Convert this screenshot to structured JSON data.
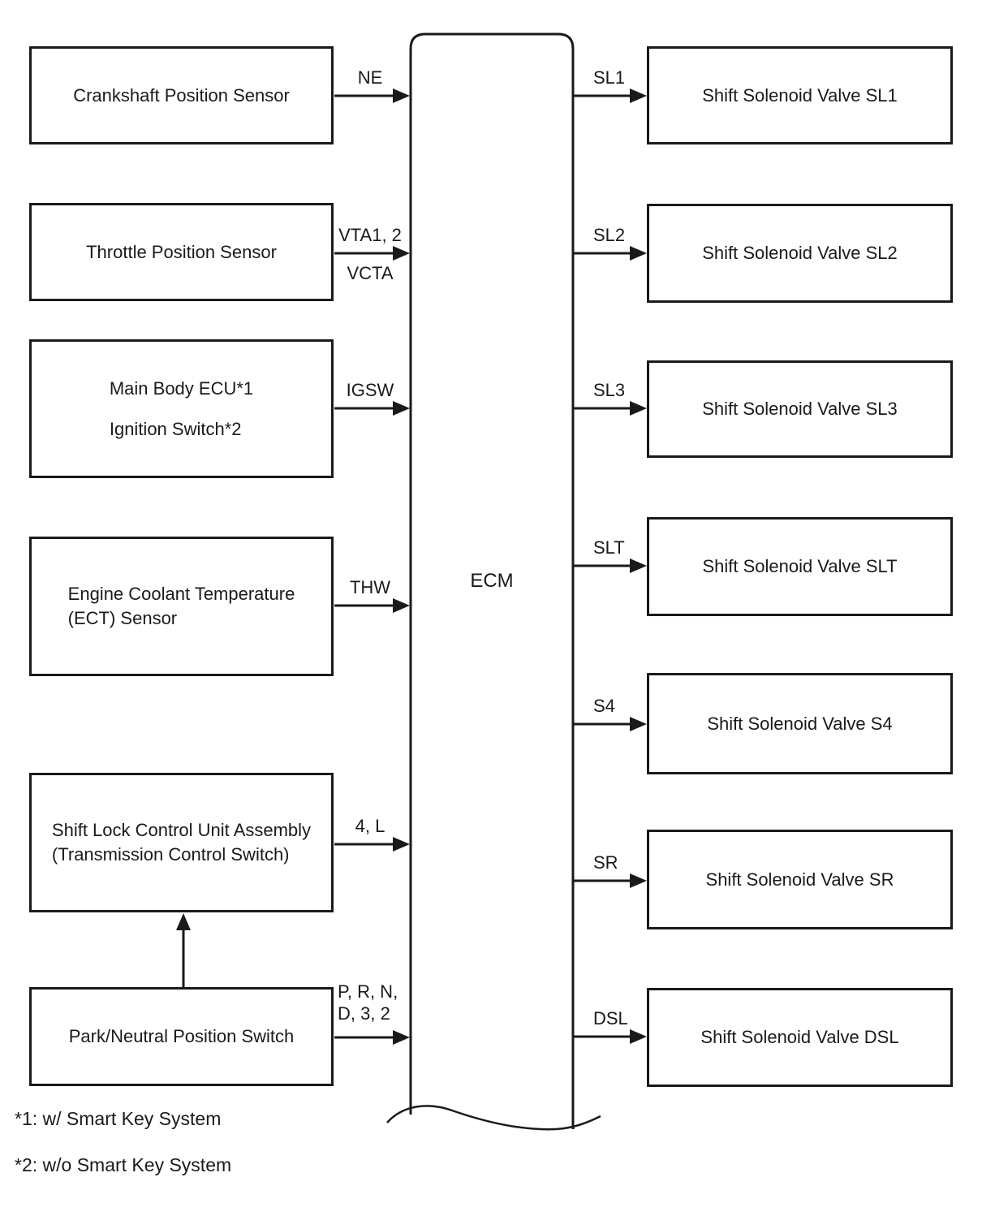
{
  "colors": {
    "ink": "#1a1a1a",
    "background": "#ffffff"
  },
  "ecm": {
    "label": "ECM"
  },
  "left_boxes": [
    {
      "lines": [
        "Crankshaft Position Sensor"
      ],
      "signal": "NE"
    },
    {
      "lines": [
        "Throttle Position Sensor"
      ],
      "signal": "VTA1, 2",
      "signal2": "VCTA"
    },
    {
      "lines": [
        "Main Body ECU*1",
        "Ignition Switch*2"
      ],
      "signal": "IGSW"
    },
    {
      "lines": [
        "Engine Coolant Temperature",
        "(ECT) Sensor"
      ],
      "signal": "THW"
    },
    {
      "lines": [
        "Shift Lock Control Unit Assembly",
        "(Transmission Control Switch)"
      ],
      "signal": "4, L"
    },
    {
      "lines": [
        "Park/Neutral Position Switch"
      ],
      "signal": "P, R, N,\nD, 3, 2"
    }
  ],
  "right_boxes": [
    {
      "label": "Shift Solenoid Valve SL1",
      "signal": "SL1"
    },
    {
      "label": "Shift Solenoid Valve SL2",
      "signal": "SL2"
    },
    {
      "label": "Shift Solenoid Valve SL3",
      "signal": "SL3"
    },
    {
      "label": "Shift Solenoid Valve SLT",
      "signal": "SLT"
    },
    {
      "label": "Shift Solenoid Valve S4",
      "signal": "S4"
    },
    {
      "label": "Shift Solenoid Valve SR",
      "signal": "SR"
    },
    {
      "label": "Shift Solenoid Valve DSL",
      "signal": "DSL"
    }
  ],
  "footnotes": [
    "*1: w/ Smart Key System",
    "*2: w/o Smart Key System"
  ]
}
